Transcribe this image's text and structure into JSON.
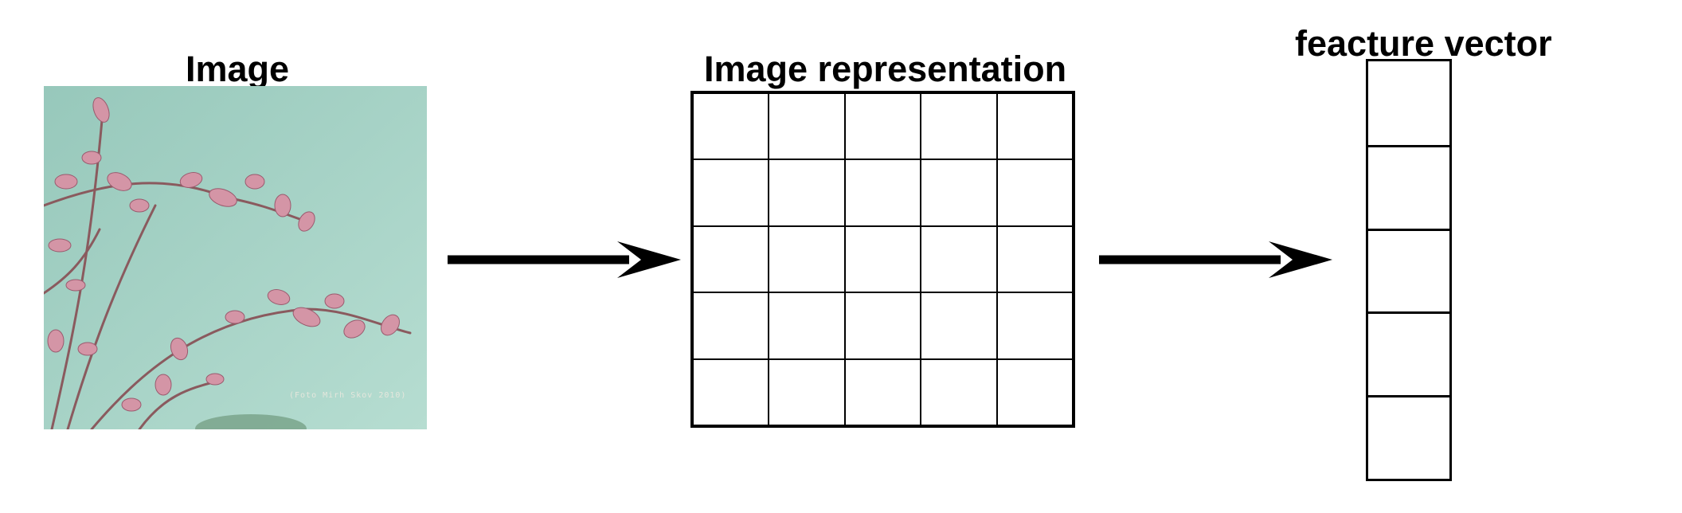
{
  "titles": {
    "image": "Image",
    "representation": "Image representation",
    "feature_vector": "feacture vector"
  },
  "photo": {
    "credit": "(Foto Mirh Skov 2010)",
    "sky_color": "#a6d2c5",
    "flower_color": "#c98a9b"
  },
  "representation_grid": {
    "rows": 5,
    "columns": 5
  },
  "feature_vector": {
    "cells": 5
  },
  "colors": {
    "lines": "#000000",
    "background": "#ffffff"
  }
}
